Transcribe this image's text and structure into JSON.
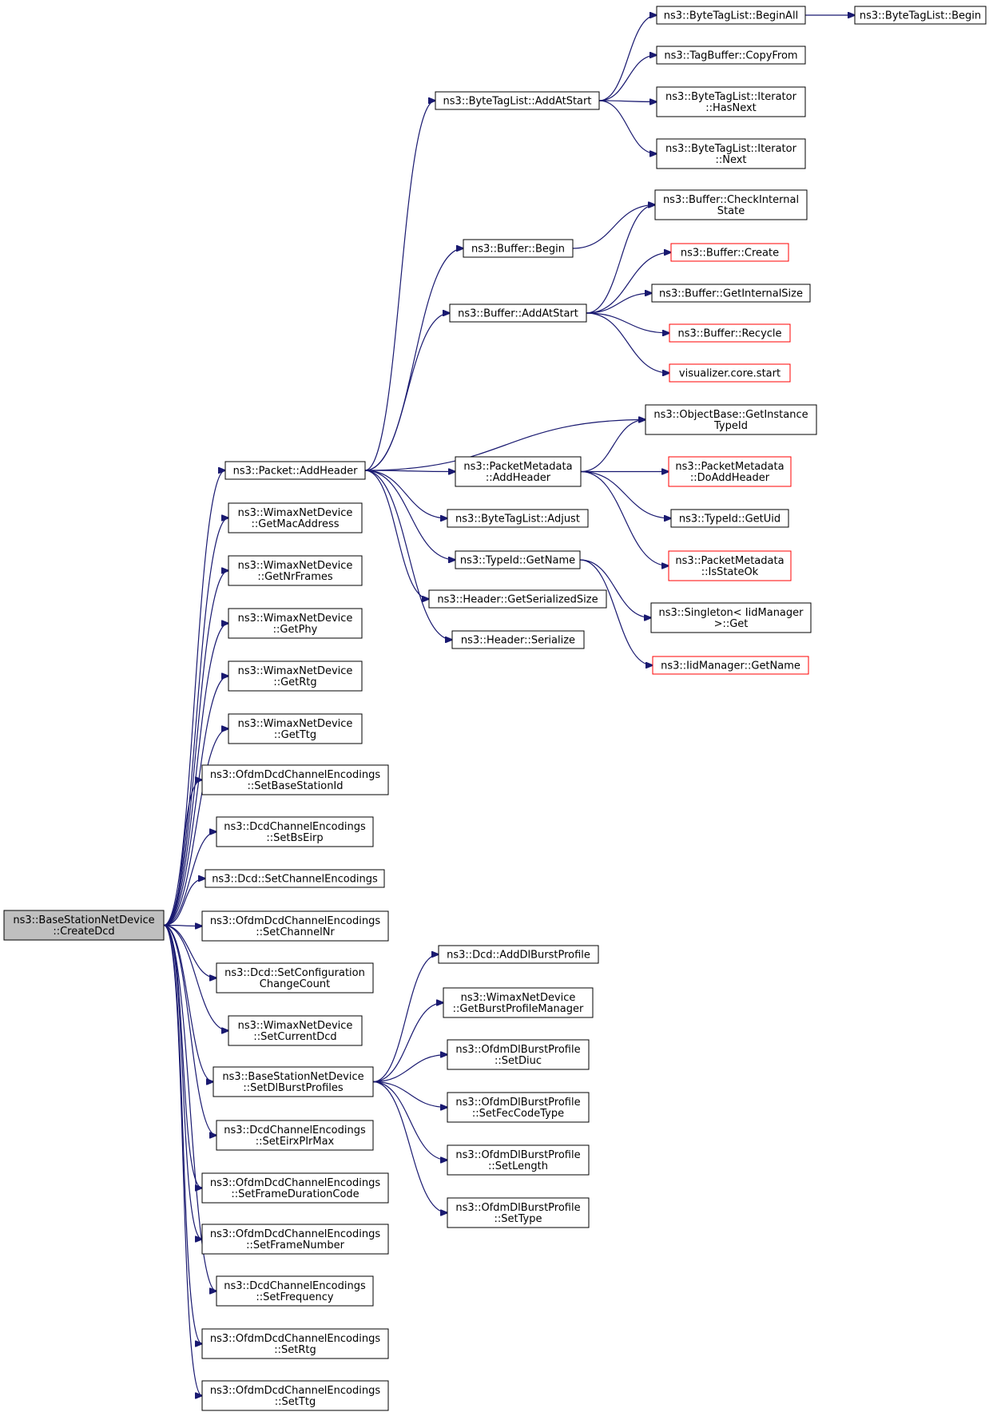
{
  "colors": {
    "edge": "#191970",
    "root_fill": "#bfbfbf",
    "node_border": "#000000",
    "truncated_border": "#ff0000",
    "background": "#ffffff"
  },
  "nodes": [
    {
      "id": "root",
      "lines": [
        "ns3::BaseStationNetDevice",
        "::CreateDcd"
      ],
      "style": "root"
    },
    {
      "id": "pkt_addheader",
      "lines": [
        "ns3::Packet::AddHeader"
      ]
    },
    {
      "id": "getmac",
      "lines": [
        "ns3::WimaxNetDevice",
        "::GetMacAddress"
      ]
    },
    {
      "id": "getnrframes",
      "lines": [
        "ns3::WimaxNetDevice",
        "::GetNrFrames"
      ]
    },
    {
      "id": "getphy",
      "lines": [
        "ns3::WimaxNetDevice",
        "::GetPhy"
      ]
    },
    {
      "id": "getrtg",
      "lines": [
        "ns3::WimaxNetDevice",
        "::GetRtg"
      ]
    },
    {
      "id": "getttg",
      "lines": [
        "ns3::WimaxNetDevice",
        "::GetTtg"
      ]
    },
    {
      "id": "setbsid",
      "lines": [
        "ns3::OfdmDcdChannelEncodings",
        "::SetBaseStationId"
      ]
    },
    {
      "id": "setbseirp",
      "lines": [
        "ns3::DcdChannelEncodings",
        "::SetBsEirp"
      ]
    },
    {
      "id": "setchenc",
      "lines": [
        "ns3::Dcd::SetChannelEncodings"
      ]
    },
    {
      "id": "setchnr",
      "lines": [
        "ns3::OfdmDcdChannelEncodings",
        "::SetChannelNr"
      ]
    },
    {
      "id": "setconfcc",
      "lines": [
        "ns3::Dcd::SetConfiguration",
        "ChangeCount"
      ]
    },
    {
      "id": "setcurdcd",
      "lines": [
        "ns3::WimaxNetDevice",
        "::SetCurrentDcd"
      ]
    },
    {
      "id": "setdlbp",
      "lines": [
        "ns3::BaseStationNetDevice",
        "::SetDlBurstProfiles"
      ]
    },
    {
      "id": "seteirx",
      "lines": [
        "ns3::DcdChannelEncodings",
        "::SetEirxPIrMax"
      ]
    },
    {
      "id": "setfdc",
      "lines": [
        "ns3::OfdmDcdChannelEncodings",
        "::SetFrameDurationCode"
      ]
    },
    {
      "id": "setfn",
      "lines": [
        "ns3::OfdmDcdChannelEncodings",
        "::SetFrameNumber"
      ]
    },
    {
      "id": "setfreq",
      "lines": [
        "ns3::DcdChannelEncodings",
        "::SetFrequency"
      ]
    },
    {
      "id": "setrtg",
      "lines": [
        "ns3::OfdmDcdChannelEncodings",
        "::SetRtg"
      ]
    },
    {
      "id": "setttg",
      "lines": [
        "ns3::OfdmDcdChannelEncodings",
        "::SetTtg"
      ]
    },
    {
      "id": "btl_addatstart",
      "lines": [
        "ns3::ByteTagList::AddAtStart"
      ]
    },
    {
      "id": "btl_beginall",
      "lines": [
        "ns3::ByteTagList::BeginAll"
      ]
    },
    {
      "id": "btl_begin",
      "lines": [
        "ns3::ByteTagList::Begin"
      ]
    },
    {
      "id": "tagbuf_copy",
      "lines": [
        "ns3::TagBuffer::CopyFrom"
      ]
    },
    {
      "id": "btl_it_hasnext",
      "lines": [
        "ns3::ByteTagList::Iterator",
        "::HasNext"
      ]
    },
    {
      "id": "btl_it_next",
      "lines": [
        "ns3::ByteTagList::Iterator",
        "::Next"
      ]
    },
    {
      "id": "buf_check",
      "lines": [
        "ns3::Buffer::CheckInternal",
        "State"
      ]
    },
    {
      "id": "buf_begin",
      "lines": [
        "ns3::Buffer::Begin"
      ]
    },
    {
      "id": "buf_create",
      "lines": [
        "ns3::Buffer::Create"
      ],
      "style": "red"
    },
    {
      "id": "buf_getint",
      "lines": [
        "ns3::Buffer::GetInternalSize"
      ]
    },
    {
      "id": "buf_addatstart",
      "lines": [
        "ns3::Buffer::AddAtStart"
      ]
    },
    {
      "id": "buf_recycle",
      "lines": [
        "ns3::Buffer::Recycle"
      ],
      "style": "red"
    },
    {
      "id": "vis_start",
      "lines": [
        "visualizer.core.start"
      ],
      "style": "red"
    },
    {
      "id": "obj_getinst",
      "lines": [
        "ns3::ObjectBase::GetInstance",
        "TypeId"
      ]
    },
    {
      "id": "pm_addheader",
      "lines": [
        "ns3::PacketMetadata",
        "::AddHeader"
      ]
    },
    {
      "id": "pm_doadd",
      "lines": [
        "ns3::PacketMetadata",
        "::DoAddHeader"
      ],
      "style": "red"
    },
    {
      "id": "btl_adjust",
      "lines": [
        "ns3::ByteTagList::Adjust"
      ]
    },
    {
      "id": "typeid_getuid",
      "lines": [
        "ns3::TypeId::GetUid"
      ]
    },
    {
      "id": "typeid_getname",
      "lines": [
        "ns3::TypeId::GetName"
      ]
    },
    {
      "id": "pm_isstateok",
      "lines": [
        "ns3::PacketMetadata",
        "::IsStateOk"
      ],
      "style": "red"
    },
    {
      "id": "hdr_getser",
      "lines": [
        "ns3::Header::GetSerializedSize"
      ]
    },
    {
      "id": "singleton_get",
      "lines": [
        "ns3::Singleton< IidManager",
        ">::Get"
      ]
    },
    {
      "id": "hdr_ser",
      "lines": [
        "ns3::Header::Serialize"
      ]
    },
    {
      "id": "iid_getname",
      "lines": [
        "ns3::IidManager::GetName"
      ],
      "style": "red"
    },
    {
      "id": "dcd_adddlbp",
      "lines": [
        "ns3::Dcd::AddDlBurstProfile"
      ]
    },
    {
      "id": "getbpm",
      "lines": [
        "ns3::WimaxNetDevice",
        "::GetBurstProfileManager"
      ]
    },
    {
      "id": "dlbp_setdiuc",
      "lines": [
        "ns3::OfdmDlBurstProfile",
        "::SetDiuc"
      ]
    },
    {
      "id": "dlbp_setfec",
      "lines": [
        "ns3::OfdmDlBurstProfile",
        "::SetFecCodeType"
      ]
    },
    {
      "id": "dlbp_setlen",
      "lines": [
        "ns3::OfdmDlBurstProfile",
        "::SetLength"
      ]
    },
    {
      "id": "dlbp_settype",
      "lines": [
        "ns3::OfdmDlBurstProfile",
        "::SetType"
      ]
    }
  ],
  "edges": [
    [
      "root",
      "pkt_addheader"
    ],
    [
      "root",
      "getmac"
    ],
    [
      "root",
      "getnrframes"
    ],
    [
      "root",
      "getphy"
    ],
    [
      "root",
      "getrtg"
    ],
    [
      "root",
      "getttg"
    ],
    [
      "root",
      "setbsid"
    ],
    [
      "root",
      "setbseirp"
    ],
    [
      "root",
      "setchenc"
    ],
    [
      "root",
      "setchnr"
    ],
    [
      "root",
      "setconfcc"
    ],
    [
      "root",
      "setcurdcd"
    ],
    [
      "root",
      "setdlbp"
    ],
    [
      "root",
      "seteirx"
    ],
    [
      "root",
      "setfdc"
    ],
    [
      "root",
      "setfn"
    ],
    [
      "root",
      "setfreq"
    ],
    [
      "root",
      "setrtg"
    ],
    [
      "root",
      "setttg"
    ],
    [
      "pkt_addheader",
      "btl_addatstart"
    ],
    [
      "pkt_addheader",
      "buf_begin"
    ],
    [
      "pkt_addheader",
      "buf_addatstart"
    ],
    [
      "pkt_addheader",
      "obj_getinst"
    ],
    [
      "pkt_addheader",
      "pm_addheader"
    ],
    [
      "pkt_addheader",
      "btl_adjust"
    ],
    [
      "pkt_addheader",
      "typeid_getname"
    ],
    [
      "pkt_addheader",
      "hdr_getser"
    ],
    [
      "pkt_addheader",
      "hdr_ser"
    ],
    [
      "btl_addatstart",
      "btl_beginall"
    ],
    [
      "btl_addatstart",
      "tagbuf_copy"
    ],
    [
      "btl_addatstart",
      "btl_it_hasnext"
    ],
    [
      "btl_addatstart",
      "btl_it_next"
    ],
    [
      "btl_beginall",
      "btl_begin"
    ],
    [
      "buf_begin",
      "buf_check"
    ],
    [
      "buf_addatstart",
      "buf_check"
    ],
    [
      "buf_addatstart",
      "buf_create"
    ],
    [
      "buf_addatstart",
      "buf_getint"
    ],
    [
      "buf_addatstart",
      "buf_recycle"
    ],
    [
      "buf_addatstart",
      "vis_start"
    ],
    [
      "pm_addheader",
      "obj_getinst"
    ],
    [
      "pm_addheader",
      "pm_doadd"
    ],
    [
      "pm_addheader",
      "typeid_getuid"
    ],
    [
      "pm_addheader",
      "pm_isstateok"
    ],
    [
      "typeid_getname",
      "singleton_get"
    ],
    [
      "typeid_getname",
      "iid_getname"
    ],
    [
      "setdlbp",
      "dcd_adddlbp"
    ],
    [
      "setdlbp",
      "getbpm"
    ],
    [
      "setdlbp",
      "dlbp_setdiuc"
    ],
    [
      "setdlbp",
      "dlbp_setfec"
    ],
    [
      "setdlbp",
      "dlbp_setlen"
    ],
    [
      "setdlbp",
      "dlbp_settype"
    ]
  ]
}
